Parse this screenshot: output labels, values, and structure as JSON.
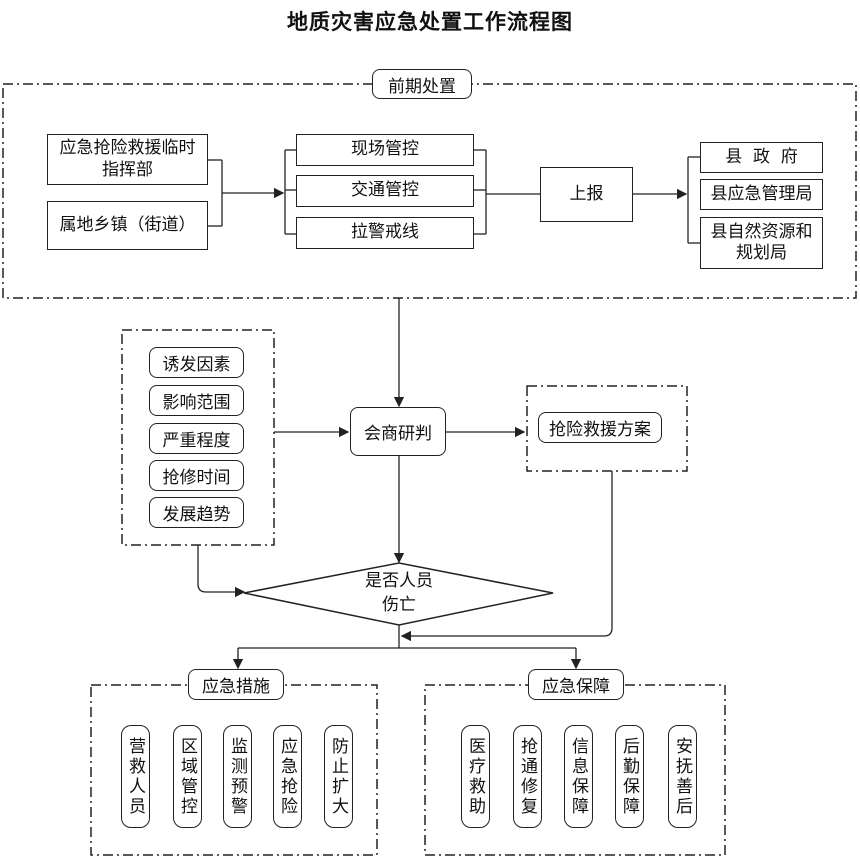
{
  "title": "地质灾害应急处置工作流程图",
  "pre_stage": {
    "label": "前期处置",
    "left_units": [
      "应急抢险救援临时指挥部",
      "属地乡镇（街道）"
    ],
    "actions": [
      "现场管控",
      "交通管控",
      "拉警戒线"
    ],
    "report": "上报",
    "report_targets": [
      "县  政  府",
      "县应急管理局",
      "县自然资源和规划局"
    ]
  },
  "factors": [
    "诱发因素",
    "影响范围",
    "严重程度",
    "抢修时间",
    "发展趋势"
  ],
  "consult": "会商研判",
  "plan": "抢险救援方案",
  "decision": "是否人员伤亡",
  "measures": {
    "label": "应急措施",
    "items": [
      "营救人员",
      "区域管控",
      "监测预警",
      "应急抢险",
      "防止扩大"
    ]
  },
  "support": {
    "label": "应急保障",
    "items": [
      "医疗救助",
      "抢通修复",
      "信息保障",
      "后勤保障",
      "安抚善后"
    ]
  }
}
